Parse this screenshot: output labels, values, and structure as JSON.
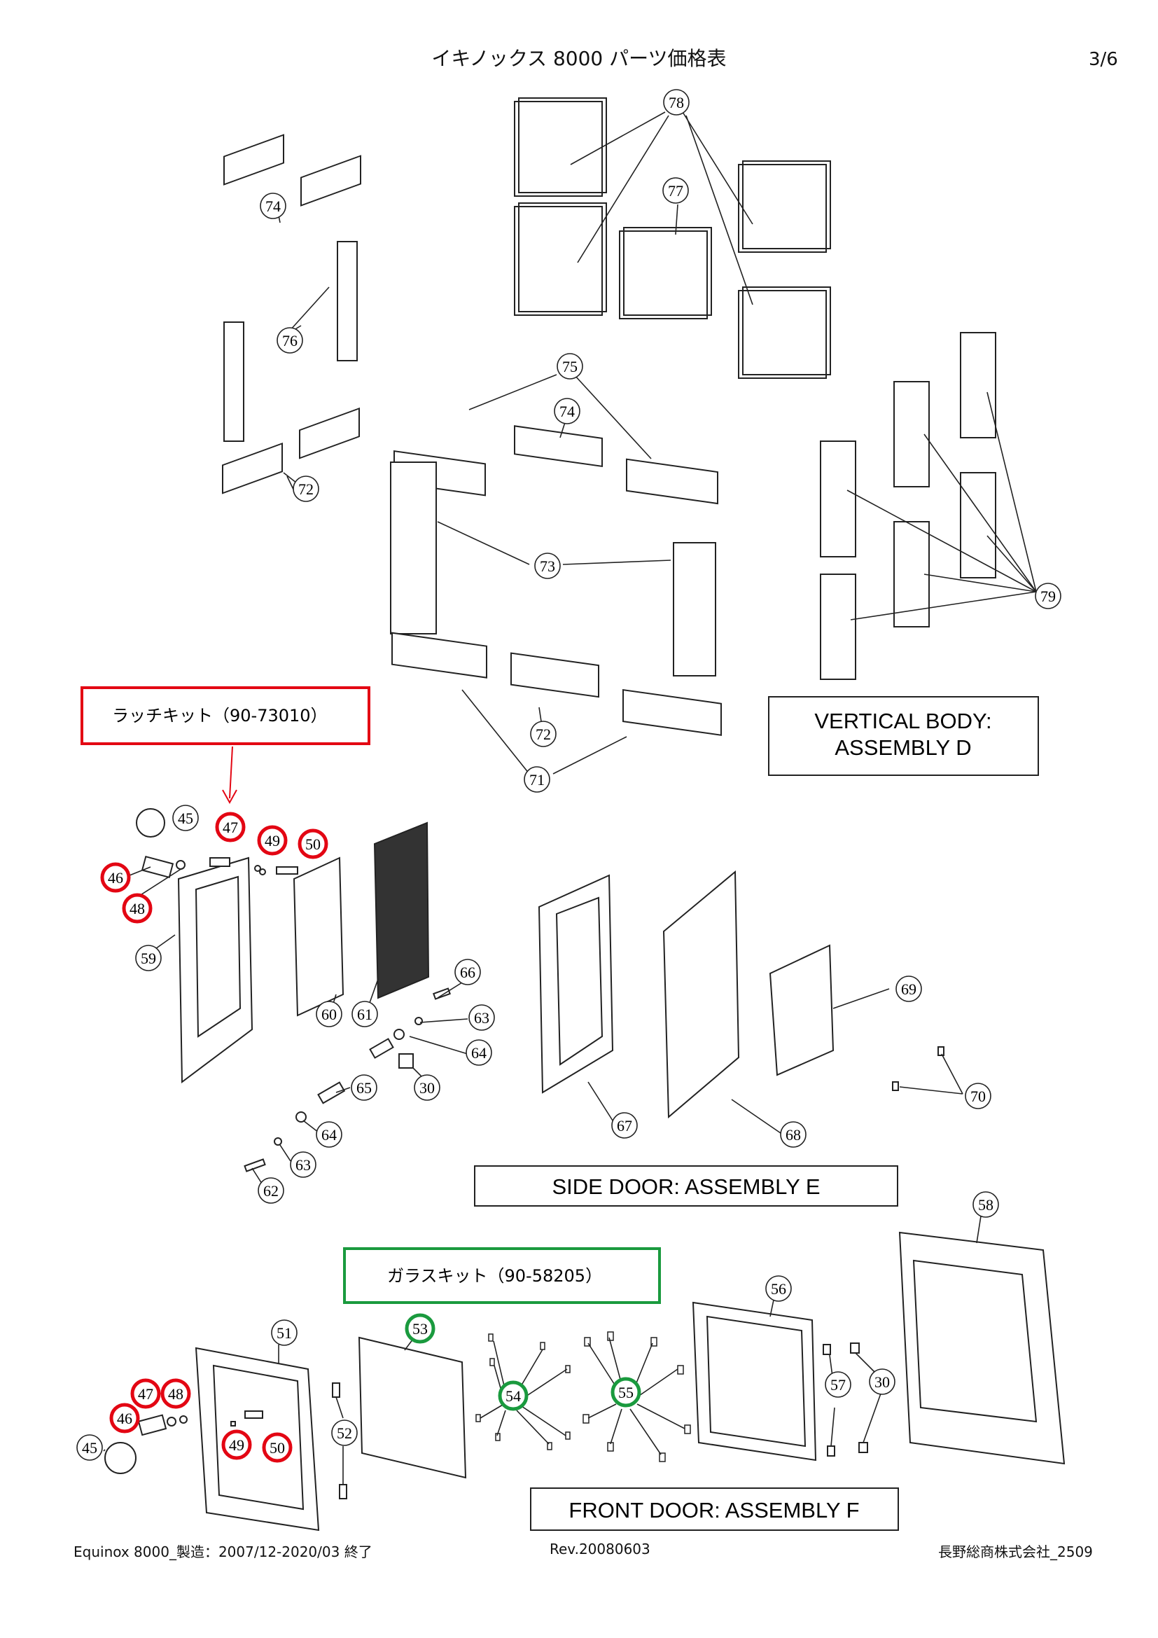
{
  "header": {
    "title": "イキノックス 8000 パーツ価格表",
    "page": "3/6"
  },
  "footer": {
    "left": "Equinox 8000_製造：2007/12-2020/03 終了",
    "center": "Rev.20080603",
    "right": "長野総商株式会社_2509"
  },
  "assemblies": {
    "vertical_body_line1": "VERTICAL BODY:",
    "vertical_body_line2": "ASSEMBLY D",
    "side_door": "SIDE DOOR: ASSEMBLY E",
    "front_door": "FRONT DOOR: ASSEMBLY F"
  },
  "kits": {
    "latch": "ラッチキット（90-73010）",
    "glass": "ガラスキット（90-58205）"
  },
  "colors": {
    "latch_kit": "#e30613",
    "glass_kit": "#1a9a3e",
    "line": "#222222"
  },
  "callouts": {
    "p30": "30",
    "p45": "45",
    "p46": "46",
    "p47": "47",
    "p48": "48",
    "p49": "49",
    "p50": "50",
    "p51": "51",
    "p52": "52",
    "p53": "53",
    "p54": "54",
    "p55": "55",
    "p56": "56",
    "p57": "57",
    "p58": "58",
    "p59": "59",
    "p60": "60",
    "p61": "61",
    "p62": "62",
    "p63": "63",
    "p64": "64",
    "p65": "65",
    "p66": "66",
    "p67": "67",
    "p68": "68",
    "p69": "69",
    "p70": "70",
    "p71": "71",
    "p72": "72",
    "p73": "73",
    "p74": "74",
    "p75": "75",
    "p76": "76",
    "p77": "77",
    "p78": "78",
    "p79": "79"
  }
}
